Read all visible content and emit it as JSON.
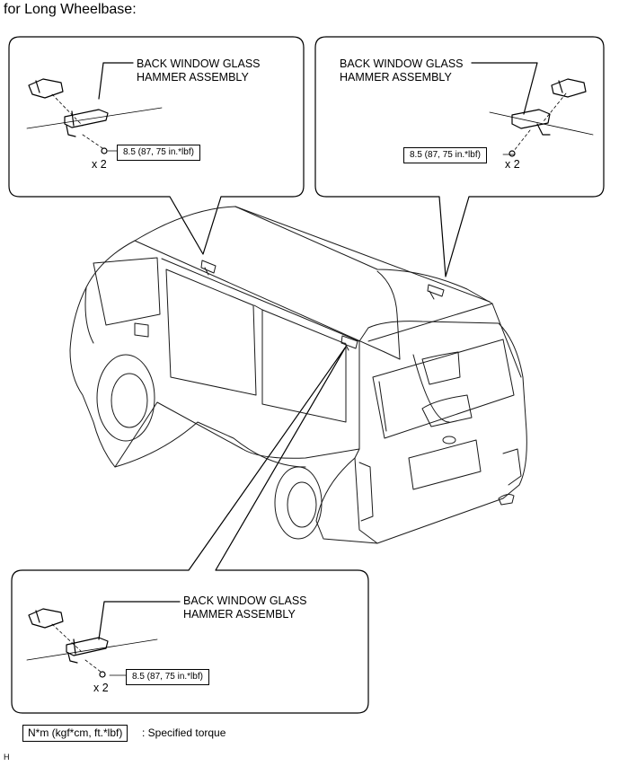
{
  "heading": "for Long Wheelbase:",
  "callouts": [
    {
      "label_line1": "BACK WINDOW GLASS",
      "label_line2": "HAMMER ASSEMBLY",
      "torque": "8.5 (87, 75 in.*lbf)",
      "quantity": "x 2"
    },
    {
      "label_line1": "BACK WINDOW GLASS",
      "label_line2": "HAMMER ASSEMBLY",
      "torque": "8.5 (87, 75 in.*lbf)",
      "quantity": "x 2"
    },
    {
      "label_line1": "BACK WINDOW GLASS",
      "label_line2": "HAMMER ASSEMBLY",
      "torque": "8.5 (87, 75 in.*lbf)",
      "quantity": "x 2"
    }
  ],
  "legend": {
    "box_text": "N*m (kgf*cm, ft.*lbf)",
    "description": ": Specified torque"
  },
  "footer_code": "H",
  "colors": {
    "line": "#000000",
    "background": "#ffffff",
    "van_line": "#1a1a1a"
  }
}
